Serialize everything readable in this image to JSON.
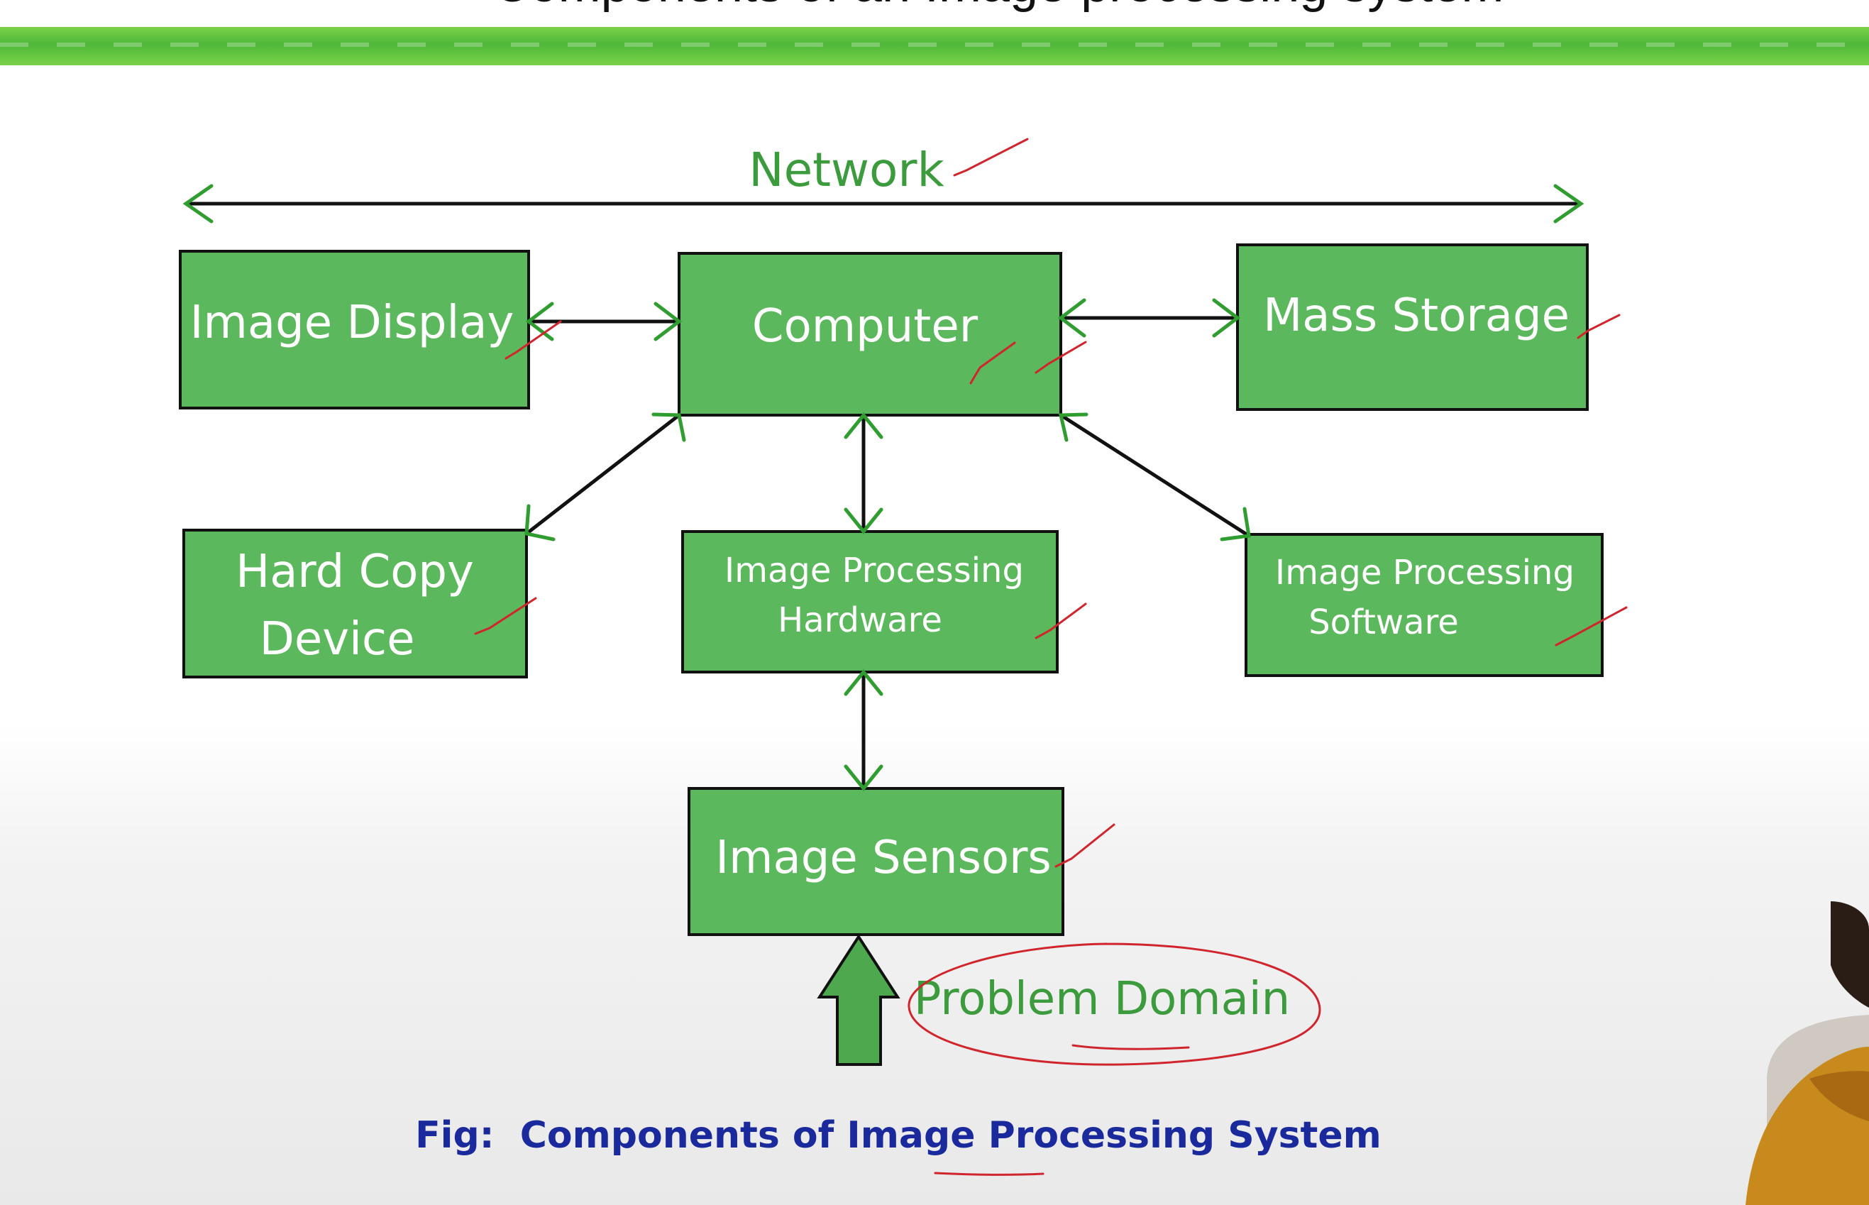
{
  "slide": {
    "title": "Components of an Image processing system"
  },
  "diagram": {
    "network_label": "Network",
    "nodes": {
      "image_display": {
        "lines": [
          "Image Display"
        ]
      },
      "computer": {
        "lines": [
          "Computer"
        ]
      },
      "mass_storage": {
        "lines": [
          "Mass Storage"
        ]
      },
      "hard_copy": {
        "lines": [
          "Hard Copy",
          "Device"
        ]
      },
      "ip_hardware": {
        "lines": [
          "Image Processing",
          "Hardware"
        ]
      },
      "ip_software": {
        "lines": [
          "Image Processing",
          "Software"
        ]
      },
      "image_sensors": {
        "lines": [
          "Image Sensors"
        ]
      }
    },
    "problem_domain_label": "Problem Domain",
    "caption": "Fig:  Components of Image Processing System"
  },
  "colors": {
    "box_fill": "#5cb85c",
    "arrowhead": "#2f9d2f",
    "annotation_ink": "#d0252c",
    "caption": "#1a2a9c",
    "band": "#4fb83a"
  }
}
